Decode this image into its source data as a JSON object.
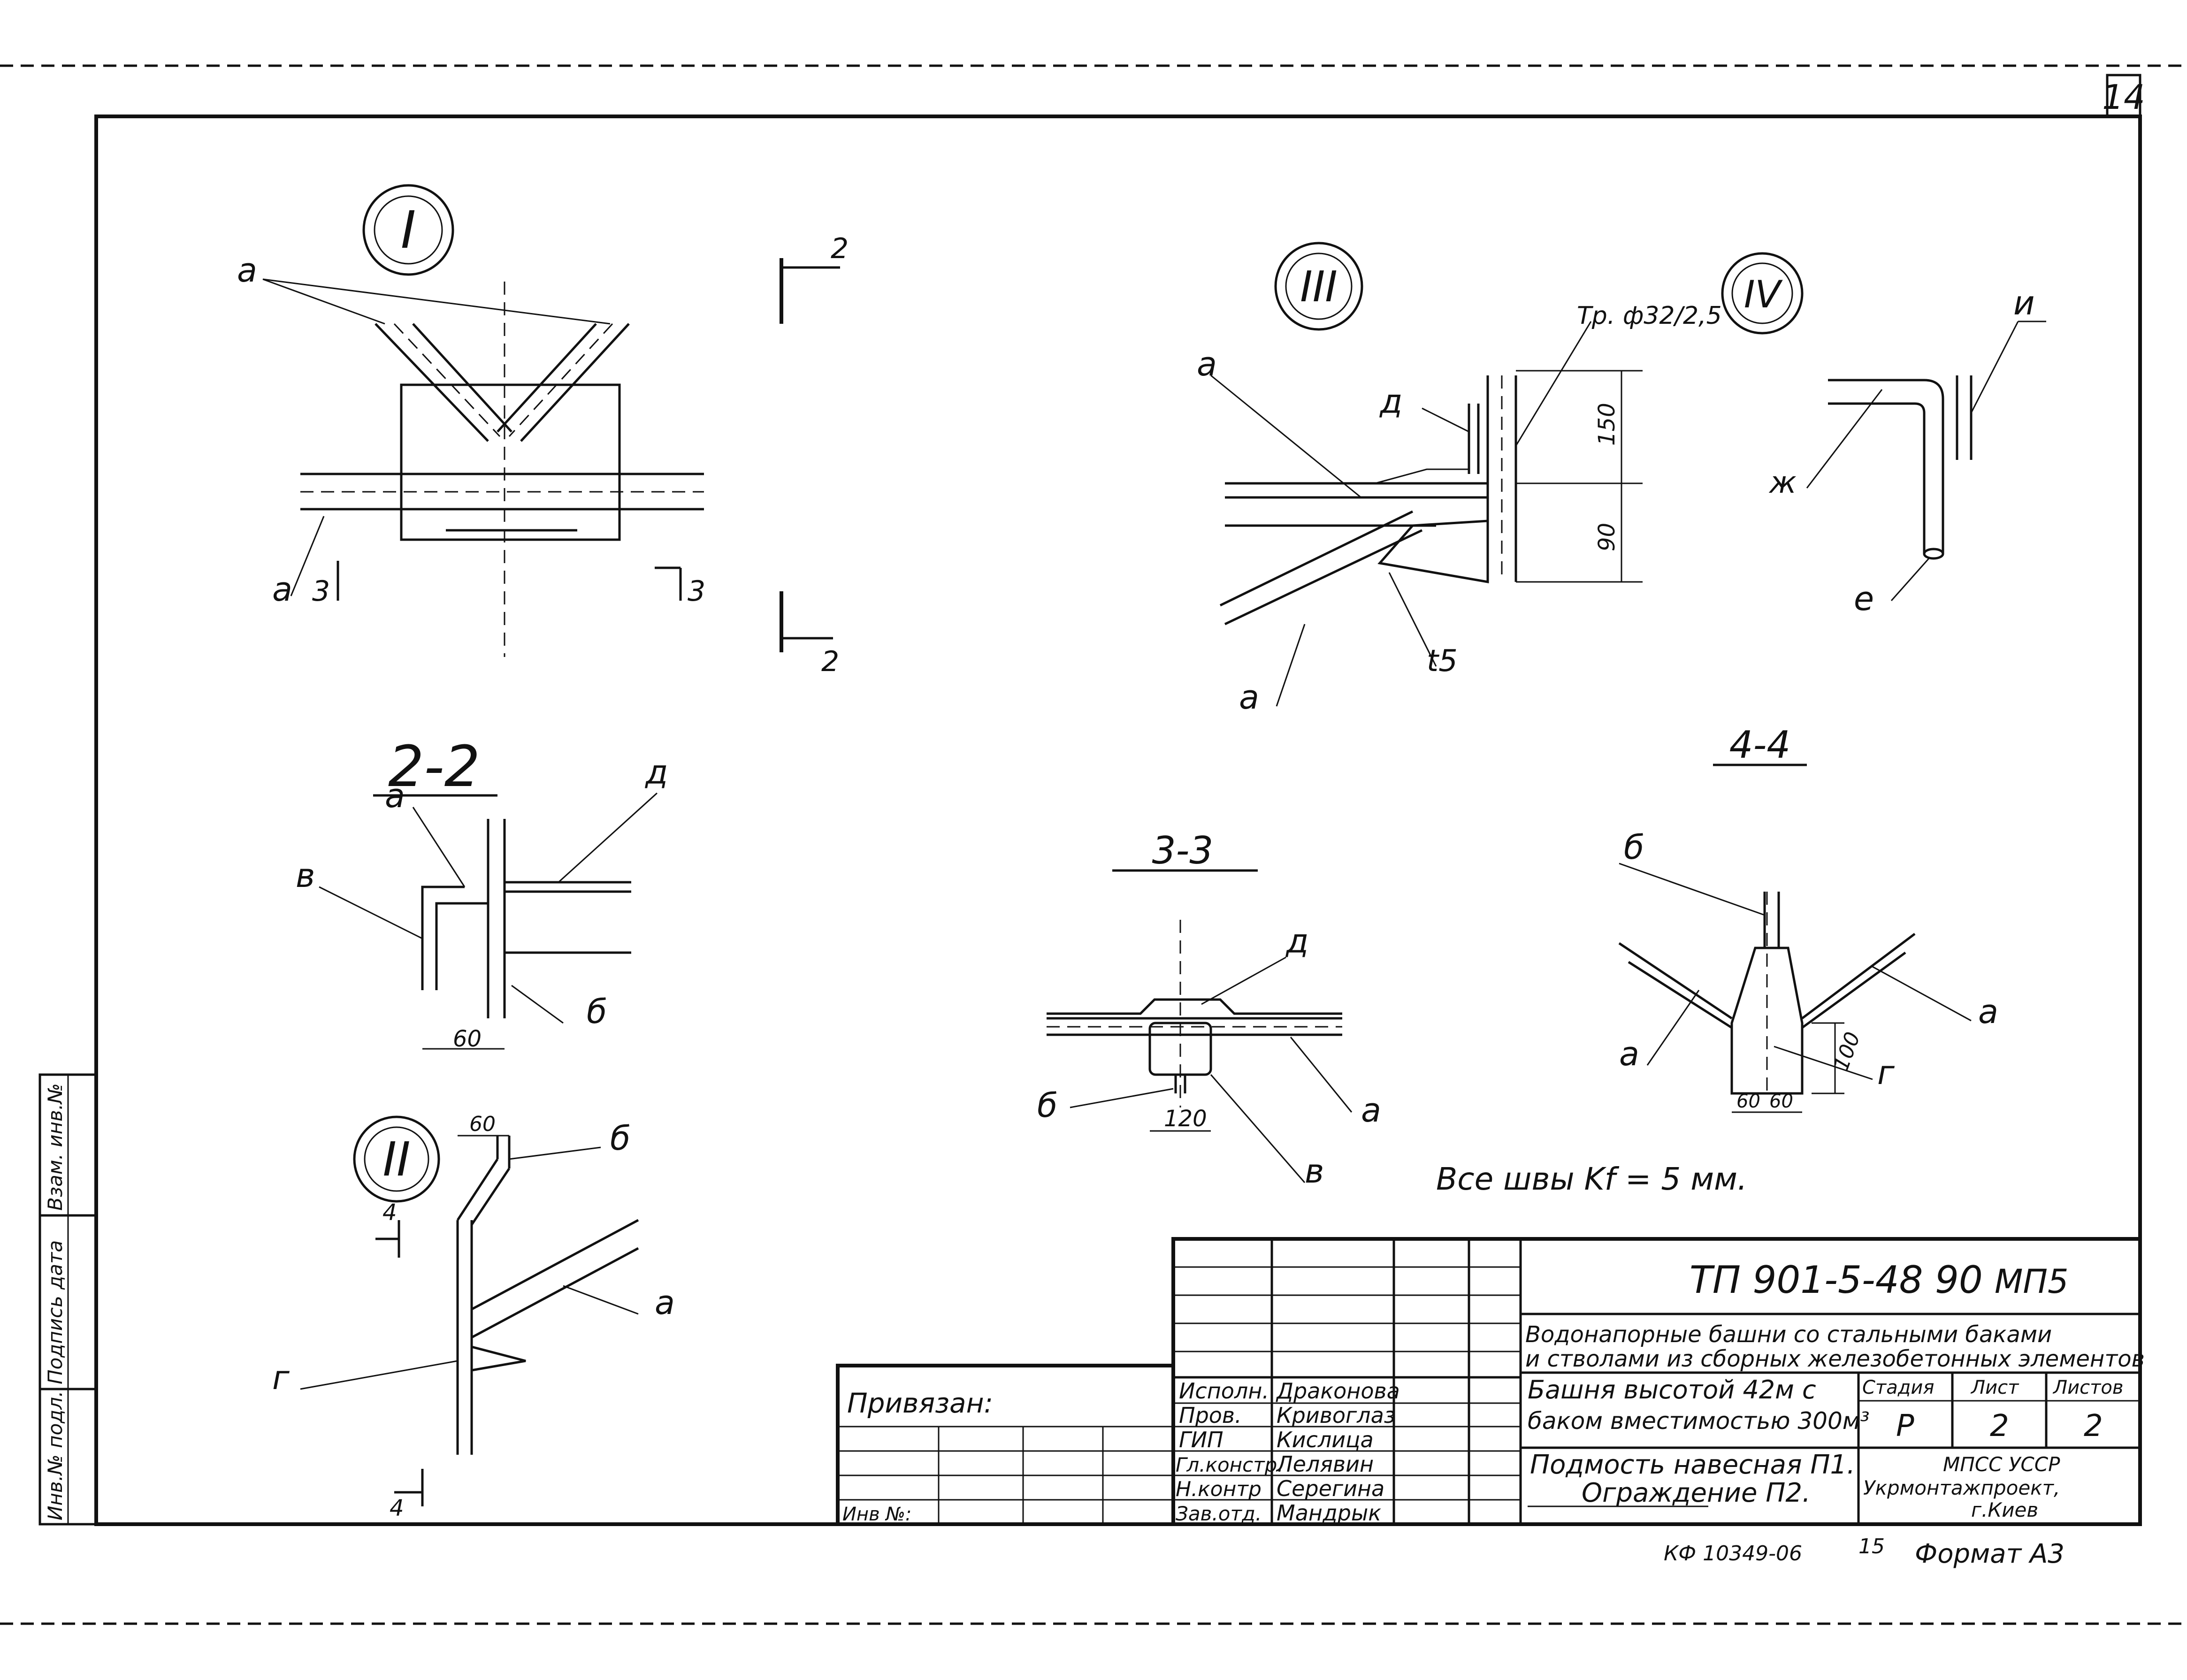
{
  "sheet_number": "14",
  "details": {
    "detail_I": "I",
    "detail_II": "II",
    "detail_III": "III",
    "detail_IV": "IV"
  },
  "sections": {
    "s22": "2-2",
    "s33": "3-3",
    "s44": "4-4"
  },
  "section_marks": {
    "m2": "2",
    "m3": "3",
    "m4": "4"
  },
  "labels": {
    "a": "а",
    "b": "б",
    "v": "в",
    "g": "г",
    "d": "д",
    "e": "е",
    "zh": "ж",
    "i": "и",
    "t5": "t5",
    "tube": "Тр. ф32/2,5"
  },
  "dimensions": {
    "d150": "150",
    "d90": "90",
    "d60": "60",
    "d120": "120",
    "d100": "100"
  },
  "weld_note": "Все швы  Kf = 5 мм.",
  "title_block": {
    "doc_code": "ТП 901-5-48 90",
    "doc_suffix": "МП5",
    "project_name_1": "Водонапорные башни со стальными баками",
    "project_name_2": "и стволами из сборных железобетонных элементов",
    "object_1": "Башня высотой 42м с",
    "object_2": "баком вместимостью 300м³",
    "sheet_title_1": "Подмость навесная П1.",
    "sheet_title_2": "Ограждение П2.",
    "stage_header": "Стадия",
    "sheet_header": "Лист",
    "sheets_header": "Листов",
    "stage": "Р",
    "sheet": "2",
    "sheets": "2",
    "org_1": "МПСС УССР",
    "org_2": "Укрмонтажпроект,",
    "org_3": "г.Киев",
    "bound_label": "Привязан:",
    "inv_label": "Инв №:",
    "signers": [
      {
        "role": "Исполн.",
        "name": "Драконова"
      },
      {
        "role": "Пров.",
        "name": "Кривоглаз"
      },
      {
        "role": "ГИП",
        "name": "Кислица"
      },
      {
        "role": "Гл.констр.",
        "name": "Лелявин"
      },
      {
        "role": "Н.контр",
        "name": "Серегина"
      },
      {
        "role": "Зав.отд.",
        "name": "Мандрык"
      }
    ]
  },
  "side_stamp": [
    "Инв.№ подл.",
    "Подпись дата",
    "Взам. инв.№"
  ],
  "footer": {
    "archive": "КФ 10349-06",
    "number": "15",
    "format": "Формат А3"
  }
}
